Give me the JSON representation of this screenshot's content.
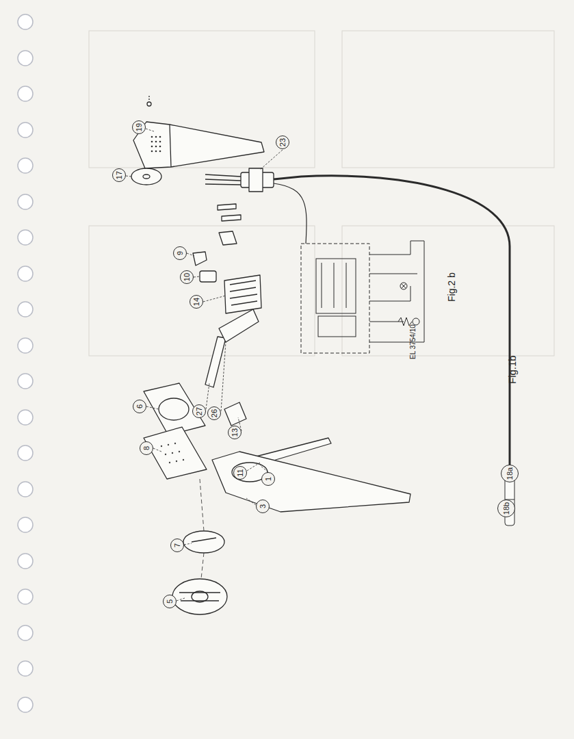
{
  "diagram": {
    "nodes": [
      {
        "text": [
          "19"
        ]
      },
      {
        "text": [
          "17"
        ]
      },
      {
        "text": [
          "23"
        ]
      },
      {
        "text": [
          "9"
        ]
      },
      {
        "text": [
          "10"
        ]
      },
      {
        "text": [
          "14"
        ]
      },
      {
        "text": [
          "6"
        ]
      },
      {
        "text": [
          "8"
        ]
      },
      {
        "text": [
          "27"
        ]
      },
      {
        "text": [
          "26"
        ]
      },
      {
        "text": [
          "13"
        ]
      },
      {
        "text": [
          "11"
        ]
      },
      {
        "text": [
          "1"
        ]
      },
      {
        "text": [
          "3"
        ]
      },
      {
        "text": [
          "7"
        ]
      },
      {
        "text": [
          "5"
        ]
      },
      {
        "text": [
          "18a"
        ]
      },
      {
        "text": [
          "18b"
        ]
      }
    ],
    "labels": [
      "Fig.2 b",
      "EL 3754/10",
      "Fig.1b"
    ]
  }
}
